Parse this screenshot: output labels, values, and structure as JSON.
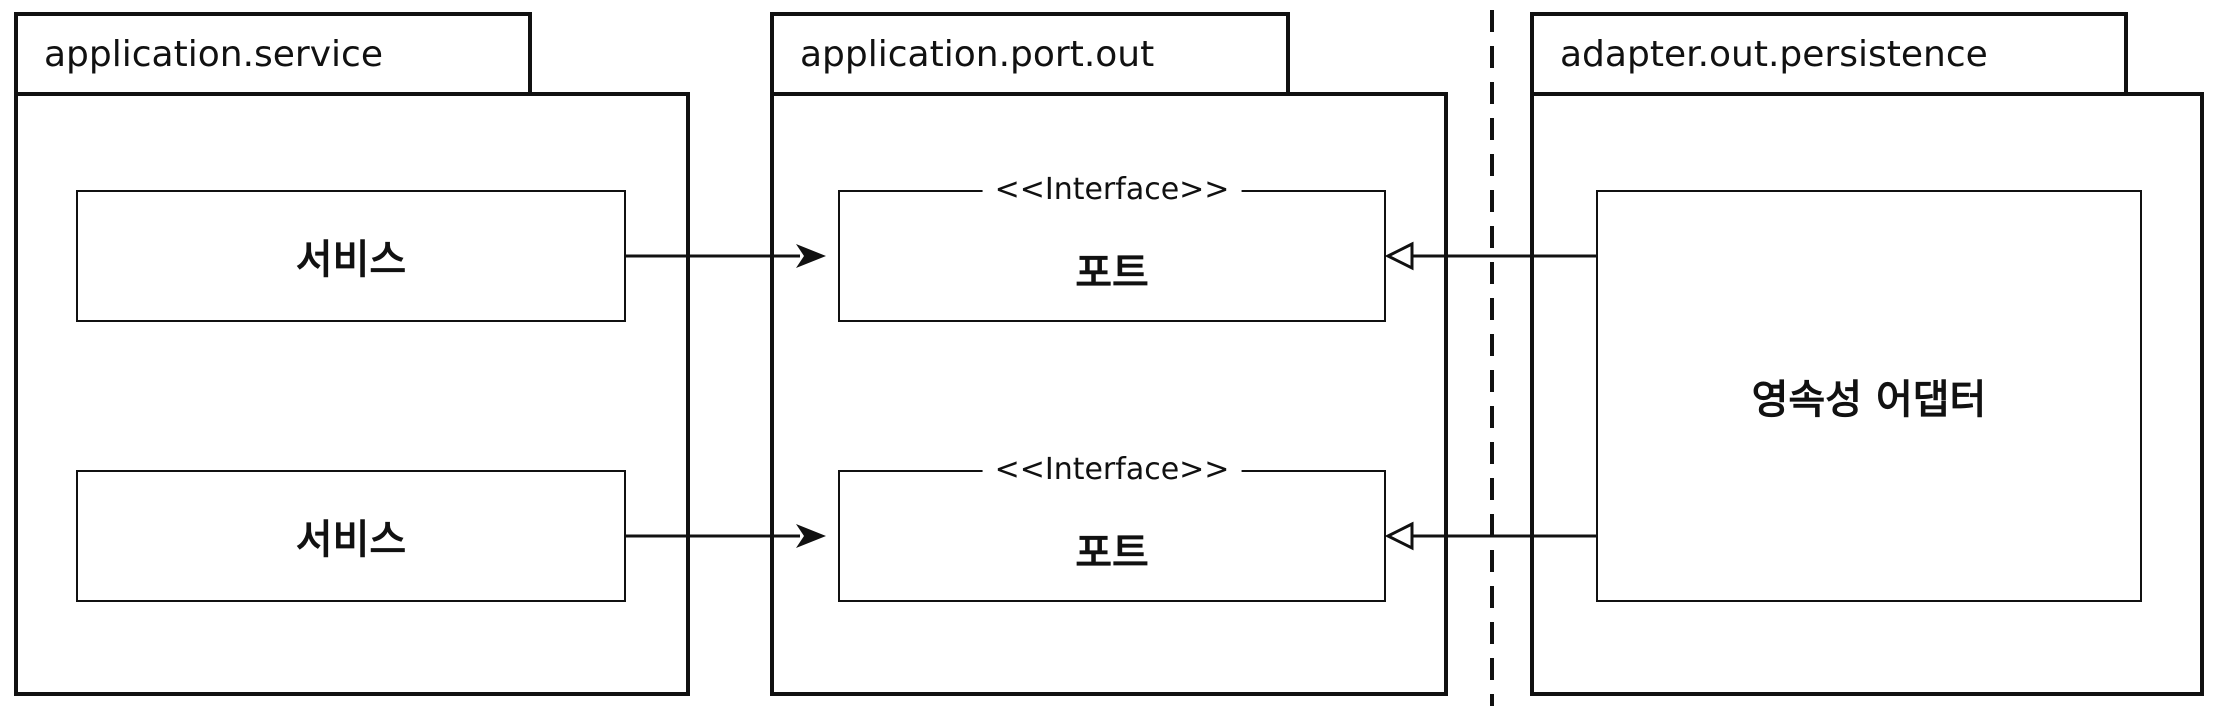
{
  "packages": {
    "service": {
      "name": "application.service"
    },
    "port_out": {
      "name": "application.port.out"
    },
    "persistence": {
      "name": "adapter.out.persistence"
    }
  },
  "services": [
    {
      "label": "서비스"
    },
    {
      "label": "서비스"
    }
  ],
  "ports": [
    {
      "stereotype": "<<Interface>>",
      "label": "포트"
    },
    {
      "stereotype": "<<Interface>>",
      "label": "포트"
    }
  ],
  "adapter": {
    "label": "영속성 어댑터"
  }
}
